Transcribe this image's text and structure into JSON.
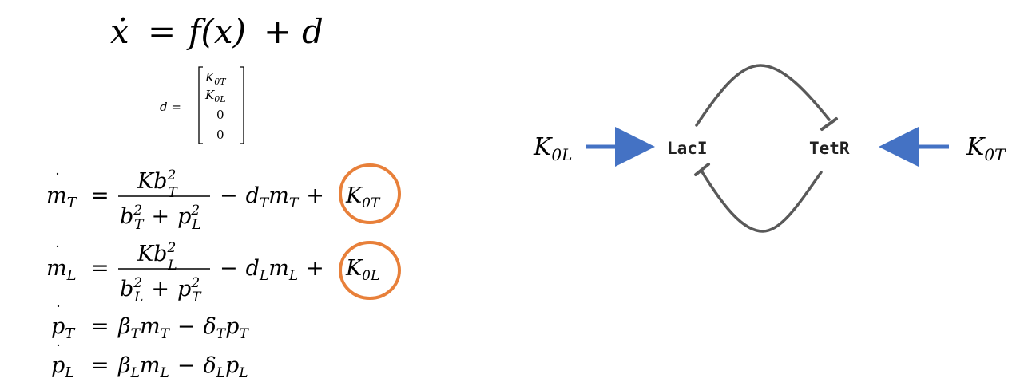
{
  "equations": {
    "main": {
      "xdot": "ẋ",
      "eq": "=",
      "fx": "f(x)",
      "plus": "+",
      "d": "d"
    },
    "d_vector": {
      "lhs": "d =",
      "entries": [
        "K",
        "K",
        "0",
        "0"
      ],
      "entry_subs": [
        "0T",
        "0L",
        "",
        ""
      ]
    },
    "mT": {
      "lhs_base": "m",
      "lhs_sub": "T",
      "eq": "=",
      "num_base": "Kb",
      "num_sub": "T",
      "num_sup": "2",
      "den_a_base": "b",
      "den_a_sub": "T",
      "den_a_sup": "2",
      "den_plus": "+",
      "den_b_base": "p",
      "den_b_sub": "L",
      "den_b_sup": "2",
      "tail_minus": "−",
      "tail_d": "d",
      "tail_d_sub": "T",
      "tail_m": "m",
      "tail_m_sub": "T",
      "tail_plus": "+",
      "k_base": "K",
      "k_sub": "0T"
    },
    "mL": {
      "lhs_base": "m",
      "lhs_sub": "L",
      "eq": "=",
      "num_base": "Kb",
      "num_sub": "L",
      "num_sup": "2",
      "den_a_base": "b",
      "den_a_sub": "L",
      "den_a_sup": "2",
      "den_plus": "+",
      "den_b_base": "p",
      "den_b_sub": "T",
      "den_b_sup": "2",
      "tail_minus": "−",
      "tail_d": "d",
      "tail_d_sub": "L",
      "tail_m": "m",
      "tail_m_sub": "L",
      "tail_plus": "+",
      "k_base": "K",
      "k_sub": "0L"
    },
    "pT": {
      "lhs_base": "p",
      "lhs_sub": "T",
      "eq": "=",
      "beta": "β",
      "beta_sub": "T",
      "m": "m",
      "m_sub": "T",
      "minus": "−",
      "delta": "δ",
      "delta_sub": "T",
      "p": "p",
      "p_sub": "T"
    },
    "pL": {
      "lhs_base": "p",
      "lhs_sub": "L",
      "eq": "=",
      "beta": "β",
      "beta_sub": "L",
      "m": "m",
      "m_sub": "L",
      "minus": "−",
      "delta": "δ",
      "delta_sub": "L",
      "p": "p",
      "p_sub": "L"
    }
  },
  "diagram": {
    "laci": "LacI",
    "tetr": "TetR",
    "k0l_base": "K",
    "k0l_sub": "0L",
    "k0t_base": "K",
    "k0t_sub": "0T"
  },
  "colors": {
    "highlight_circle": "#E8803A",
    "input_arrow": "#4472C4",
    "repression_curve": "#595959"
  }
}
